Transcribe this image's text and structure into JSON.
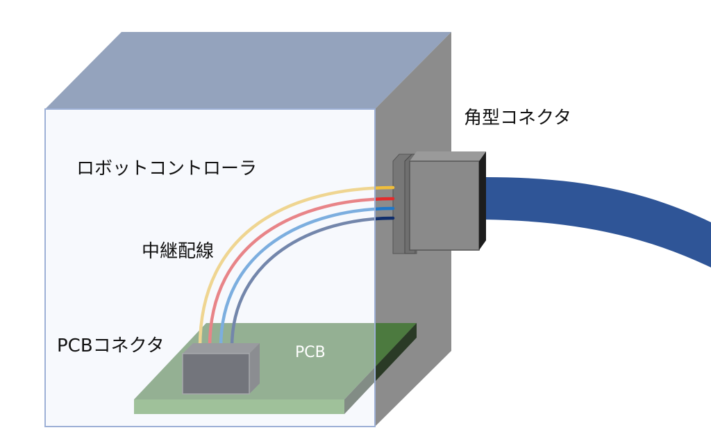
{
  "labels": {
    "controller": "ロボットコントローラ",
    "relay_wiring": "中継配線",
    "pcb_connector": "PCBコネクタ",
    "pcb": "PCB",
    "square_connector": "角型コネクタ"
  },
  "colors": {
    "box_top": "#94a3bd",
    "box_front": "#eef2fb",
    "box_front_border": "#9db0d6",
    "box_side": "#8c8c8c",
    "pcb_top": "#4c7a3f",
    "pcb_front": "#5f9a4c",
    "pcb_side": "#2a3a26",
    "connector_face": "#0f1014",
    "connector_top": "#555555",
    "connector_side": "#3b3b3b",
    "square_connector_body": "#8a8a8a",
    "square_connector_dark": "#1d1d1d",
    "cable": "#2f5597",
    "wires": [
      "#f0be3b",
      "#e32b2b",
      "#1f77c8",
      "#102e6b"
    ]
  }
}
